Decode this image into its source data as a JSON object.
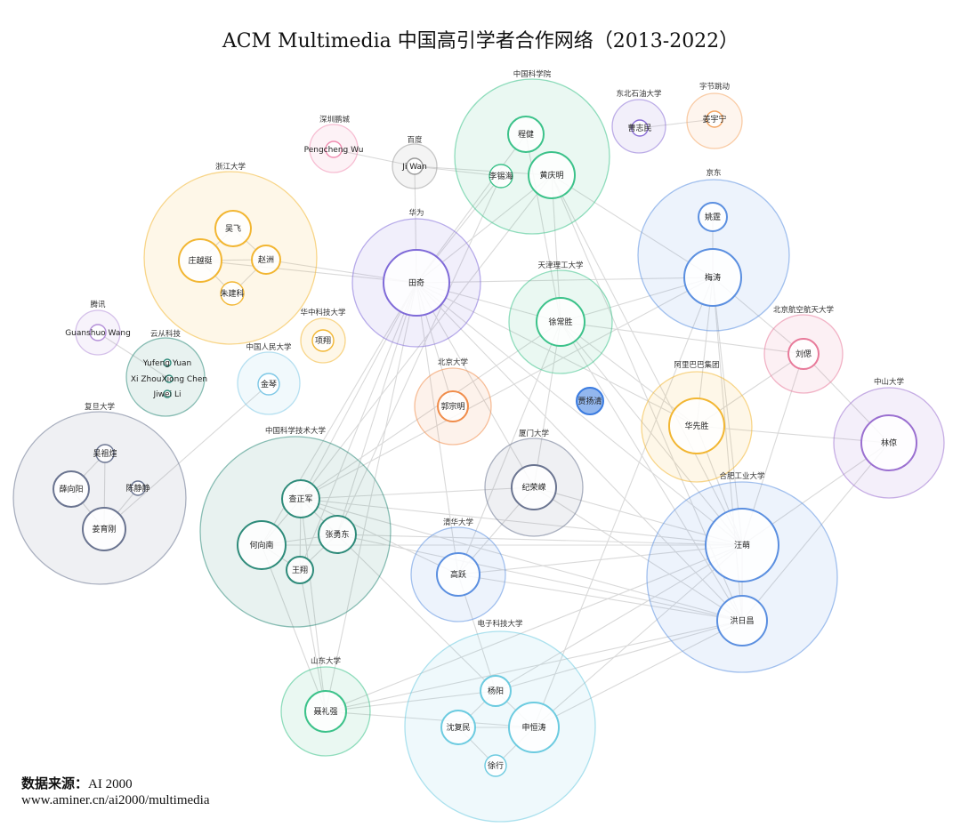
{
  "title": "ACM Multimedia 中国高引学者合作网络（2013-2022）",
  "source": {
    "label": "数据来源：",
    "value": "AI 2000",
    "url": "www.aminer.cn/ai2000/multimedia"
  },
  "colors": {
    "中国科学院": "#3cc28a",
    "东北石油大学": "#8b6fd6",
    "字节跳动": "#f4a460",
    "深圳鹏城": "#f08cb0",
    "百度": "#9a9a9a",
    "浙江大学": "#f2b632",
    "华为": "#7f6ad8",
    "京东": "#5b8fe0",
    "天津理工大学": "#3cc28a",
    "腾讯": "#b48fd8",
    "华中科技大学": "#f2b632",
    "云从科技": "#2e8b7a",
    "中国人民大学": "#7fc8e6",
    "北京大学": "#f08c4a",
    "北京航空航天大学": "#e87a9a",
    "阿里巴巴集团": "#f2b632",
    "中山大学": "#9a6fd0",
    "复旦大学": "#6a7490",
    "中国科学技术大学": "#2e8b7a",
    "厦门大学": "#6a7490",
    "合肥工业大学": "#5b8fe0",
    "清华大学": "#5b8fe0",
    "电子科技大学": "#6ccbe0",
    "山东大学": "#3cc28a",
    "贾扬清": "#3a7be0"
  },
  "organizations": [
    {
      "id": "cas",
      "name": "中国科学院"
    },
    {
      "id": "nepu",
      "name": "东北石油大学"
    },
    {
      "id": "bytedance",
      "name": "字节跳动"
    },
    {
      "id": "pengcheng",
      "name": "深圳鹏城"
    },
    {
      "id": "baidu",
      "name": "百度"
    },
    {
      "id": "zju",
      "name": "浙江大学"
    },
    {
      "id": "huawei",
      "name": "华为"
    },
    {
      "id": "jd",
      "name": "京东"
    },
    {
      "id": "tjut",
      "name": "天津理工大学"
    },
    {
      "id": "tencent",
      "name": "腾讯"
    },
    {
      "id": "hust",
      "name": "华中科技大学"
    },
    {
      "id": "cloudwalk",
      "name": "云从科技"
    },
    {
      "id": "ruc",
      "name": "中国人民大学"
    },
    {
      "id": "pku",
      "name": "北京大学"
    },
    {
      "id": "buaa",
      "name": "北京航空航天大学"
    },
    {
      "id": "alibaba",
      "name": "阿里巴巴集团"
    },
    {
      "id": "sysu",
      "name": "中山大学"
    },
    {
      "id": "fudan",
      "name": "复旦大学"
    },
    {
      "id": "ustc",
      "name": "中国科学技术大学"
    },
    {
      "id": "xmu",
      "name": "厦门大学"
    },
    {
      "id": "hfut",
      "name": "合肥工业大学"
    },
    {
      "id": "thu",
      "name": "清华大学"
    },
    {
      "id": "uestc",
      "name": "电子科技大学"
    },
    {
      "id": "sdu",
      "name": "山东大学"
    }
  ],
  "scholars": [
    {
      "id": "chengjian",
      "name": "程健",
      "org": "cas"
    },
    {
      "id": "lixihai",
      "name": "李锡海",
      "org": "cas"
    },
    {
      "id": "huangqingming",
      "name": "黄庆明",
      "org": "cas"
    },
    {
      "id": "caozhiming",
      "name": "曹志民",
      "org": "nepu"
    },
    {
      "id": "jiangyuning",
      "name": "姜宇宁",
      "org": "bytedance"
    },
    {
      "id": "pengchengwu",
      "name": "Pengcheng Wu",
      "org": "pengcheng"
    },
    {
      "id": "jiwan",
      "name": "Ji Wan",
      "org": "baidu"
    },
    {
      "id": "wufei",
      "name": "吴飞",
      "org": "zju"
    },
    {
      "id": "zhuangyueting",
      "name": "庄越挺",
      "org": "zju"
    },
    {
      "id": "zhaozhou",
      "name": "赵洲",
      "org": "zju"
    },
    {
      "id": "zhujianke",
      "name": "朱建科",
      "org": "zju"
    },
    {
      "id": "tianqi",
      "name": "田奇",
      "org": "huawei"
    },
    {
      "id": "yaoting",
      "name": "姚霆",
      "org": "jd"
    },
    {
      "id": "meitao",
      "name": "梅涛",
      "org": "jd"
    },
    {
      "id": "xuchangsheng",
      "name": "徐常胜",
      "org": "tjut"
    },
    {
      "id": "guanshuowang",
      "name": "Guanshuo Wang",
      "org": "tencent"
    },
    {
      "id": "xiangxiang",
      "name": "项翔",
      "org": "hust"
    },
    {
      "id": "yufengyuan",
      "name": "Yufeng Yuan",
      "org": "cloudwalk"
    },
    {
      "id": "xizhouxiongchen",
      "name": "Xi ZhouXiong Chen",
      "org": "cloudwalk"
    },
    {
      "id": "jiweili",
      "name": "Jiwei Li",
      "org": "cloudwalk"
    },
    {
      "id": "jinqin",
      "name": "金琴",
      "org": "ruc"
    },
    {
      "id": "guozongming",
      "name": "郭宗明",
      "org": "pku"
    },
    {
      "id": "liusi",
      "name": "刘偲",
      "org": "buaa"
    },
    {
      "id": "jiayangqing",
      "name": "贾扬清",
      "org": "jiayangqing"
    },
    {
      "id": "huaxiansheng",
      "name": "华先胜",
      "org": "alibaba"
    },
    {
      "id": "linliang",
      "name": "林倞",
      "org": "sysu"
    },
    {
      "id": "wuzuxuan",
      "name": "吴祖煊",
      "org": "fudan"
    },
    {
      "id": "xuexiangyang",
      "name": "薛向阳",
      "org": "fudan"
    },
    {
      "id": "chenjingjing",
      "name": "陈静静",
      "org": "fudan"
    },
    {
      "id": "jiangyugang",
      "name": "姜育刚",
      "org": "fudan"
    },
    {
      "id": "zhazhengjun",
      "name": "查正军",
      "org": "ustc"
    },
    {
      "id": "zhangyongdong",
      "name": "张勇东",
      "org": "ustc"
    },
    {
      "id": "hexiangnan",
      "name": "何向南",
      "org": "ustc"
    },
    {
      "id": "wangxiang",
      "name": "王翔",
      "org": "ustc"
    },
    {
      "id": "jirongrong",
      "name": "纪荣嵘",
      "org": "xmu"
    },
    {
      "id": "wangmeng",
      "name": "汪萌",
      "org": "hfut"
    },
    {
      "id": "hongrichang",
      "name": "洪日昌",
      "org": "hfut"
    },
    {
      "id": "gaoyue",
      "name": "高跃",
      "org": "thu"
    },
    {
      "id": "yangyang",
      "name": "杨阳",
      "org": "uestc"
    },
    {
      "id": "shenfumin",
      "name": "沈复民",
      "org": "uestc"
    },
    {
      "id": "shenhengtao",
      "name": "申恒涛",
      "org": "uestc"
    },
    {
      "id": "xuxing",
      "name": "徐行",
      "org": "uestc"
    },
    {
      "id": "nieliqiang",
      "name": "聂礼强",
      "org": "sdu"
    }
  ],
  "edges": [
    [
      "tianqi",
      "chengjian"
    ],
    [
      "tianqi",
      "lixihai"
    ],
    [
      "tianqi",
      "huangqingming"
    ],
    [
      "tianqi",
      "zhuangyueting"
    ],
    [
      "tianqi",
      "zhaozhou"
    ],
    [
      "tianqi",
      "xuchangsheng"
    ],
    [
      "tianqi",
      "meitao"
    ],
    [
      "tianqi",
      "zhazhengjun"
    ],
    [
      "tianqi",
      "zhangyongdong"
    ],
    [
      "tianqi",
      "hexiangnan"
    ],
    [
      "tianqi",
      "wangmeng"
    ],
    [
      "tianqi",
      "hongrichang"
    ],
    [
      "tianqi",
      "gaoyue"
    ],
    [
      "tianqi",
      "jirongrong"
    ],
    [
      "tianqi",
      "nieliqiang"
    ],
    [
      "tianqi",
      "huaxiansheng"
    ],
    [
      "tianqi",
      "jiwan"
    ],
    [
      "tianqi",
      "guozongming"
    ],
    [
      "tianqi",
      "wangxiang"
    ],
    [
      "jiwan",
      "lixihai"
    ],
    [
      "jiwan",
      "huangqingming"
    ],
    [
      "jiwan",
      "pengchengwu"
    ],
    [
      "huangqingming",
      "meitao"
    ],
    [
      "huangqingming",
      "xuchangsheng"
    ],
    [
      "huangqingming",
      "hongrichang"
    ],
    [
      "huangqingming",
      "wangmeng"
    ],
    [
      "huangqingming",
      "zhazhengjun"
    ],
    [
      "chengjian",
      "xuchangsheng"
    ],
    [
      "lixihai",
      "zhangyongdong"
    ],
    [
      "xuchangsheng",
      "meitao"
    ],
    [
      "xuchangsheng",
      "wangmeng"
    ],
    [
      "xuchangsheng",
      "hongrichang"
    ],
    [
      "xuchangsheng",
      "liusi"
    ],
    [
      "xuchangsheng",
      "huaxiansheng"
    ],
    [
      "xuchangsheng",
      "zhazhengjun"
    ],
    [
      "xuchangsheng",
      "gaoyue"
    ],
    [
      "xuchangsheng",
      "jirongrong"
    ],
    [
      "meitao",
      "yaoting"
    ],
    [
      "meitao",
      "wangmeng"
    ],
    [
      "meitao",
      "hongrichang"
    ],
    [
      "meitao",
      "huaxiansheng"
    ],
    [
      "meitao",
      "liusi"
    ],
    [
      "meitao",
      "zhazhengjun"
    ],
    [
      "meitao",
      "shenhengtao"
    ],
    [
      "wangmeng",
      "hongrichang"
    ],
    [
      "wangmeng",
      "linliang"
    ],
    [
      "wangmeng",
      "liusi"
    ],
    [
      "wangmeng",
      "nieliqiang"
    ],
    [
      "wangmeng",
      "zhazhengjun"
    ],
    [
      "wangmeng",
      "gaoyue"
    ],
    [
      "wangmeng",
      "jirongrong"
    ],
    [
      "wangmeng",
      "yangyang"
    ],
    [
      "wangmeng",
      "shenhengtao"
    ],
    [
      "wangmeng",
      "hexiangnan"
    ],
    [
      "wangmeng",
      "zhangyongdong"
    ],
    [
      "wangmeng",
      "huaxiansheng"
    ],
    [
      "hongrichang",
      "gaoyue"
    ],
    [
      "hongrichang",
      "zhazhengjun"
    ],
    [
      "hongrichang",
      "yangyang"
    ],
    [
      "hongrichang",
      "shenhengtao"
    ],
    [
      "hongrichang",
      "nieliqiang"
    ],
    [
      "hongrichang",
      "jirongrong"
    ],
    [
      "hongrichang",
      "zhangyongdong"
    ],
    [
      "hongrichang",
      "linliang"
    ],
    [
      "shenhengtao",
      "yangyang"
    ],
    [
      "shenhengtao",
      "shenfumin"
    ],
    [
      "shenhengtao",
      "xuxing"
    ],
    [
      "shenhengtao",
      "nieliqiang"
    ],
    [
      "yangyang",
      "shenfumin"
    ],
    [
      "yangyang",
      "nieliqiang"
    ],
    [
      "yangyang",
      "gaoyue"
    ],
    [
      "yangyang",
      "zhazhengjun"
    ],
    [
      "shenfumin",
      "xuxing"
    ],
    [
      "nieliqiang",
      "zhazhengjun"
    ],
    [
      "nieliqiang",
      "hexiangnan"
    ],
    [
      "nieliqiang",
      "wangxiang"
    ],
    [
      "hexiangnan",
      "zhazhengjun"
    ],
    [
      "hexiangnan",
      "zhangyongdong"
    ],
    [
      "hexiangnan",
      "wangxiang"
    ],
    [
      "zhazhengjun",
      "zhangyongdong"
    ],
    [
      "zhazhengjun",
      "wangxiang"
    ],
    [
      "zhangyongdong",
      "wangxiang"
    ],
    [
      "zhazhengjun",
      "jirongrong"
    ],
    [
      "gaoyue",
      "jirongrong"
    ],
    [
      "gaoyue",
      "zhazhengjun"
    ],
    [
      "wufei",
      "zhuangyueting"
    ],
    [
      "wufei",
      "zhaozhou"
    ],
    [
      "zhuangyueting",
      "zhaozhou"
    ],
    [
      "zhujianke",
      "zhaozhou"
    ],
    [
      "zhuangyueting",
      "zhujianke"
    ],
    [
      "xuexiangyang",
      "wuzuxuan"
    ],
    [
      "xuexiangyang",
      "jiangyugang"
    ],
    [
      "jiangyugang",
      "wuzuxuan"
    ],
    [
      "jiangyugang",
      "chenjingjing"
    ],
    [
      "jinqin",
      "jiangyugang"
    ],
    [
      "huaxiansheng",
      "liusi"
    ],
    [
      "huaxiansheng",
      "linliang"
    ],
    [
      "linliang",
      "liusi"
    ],
    [
      "guanshuowang",
      "xizhouxiongchen"
    ],
    [
      "caozhiming",
      "jiangyuning"
    ]
  ]
}
